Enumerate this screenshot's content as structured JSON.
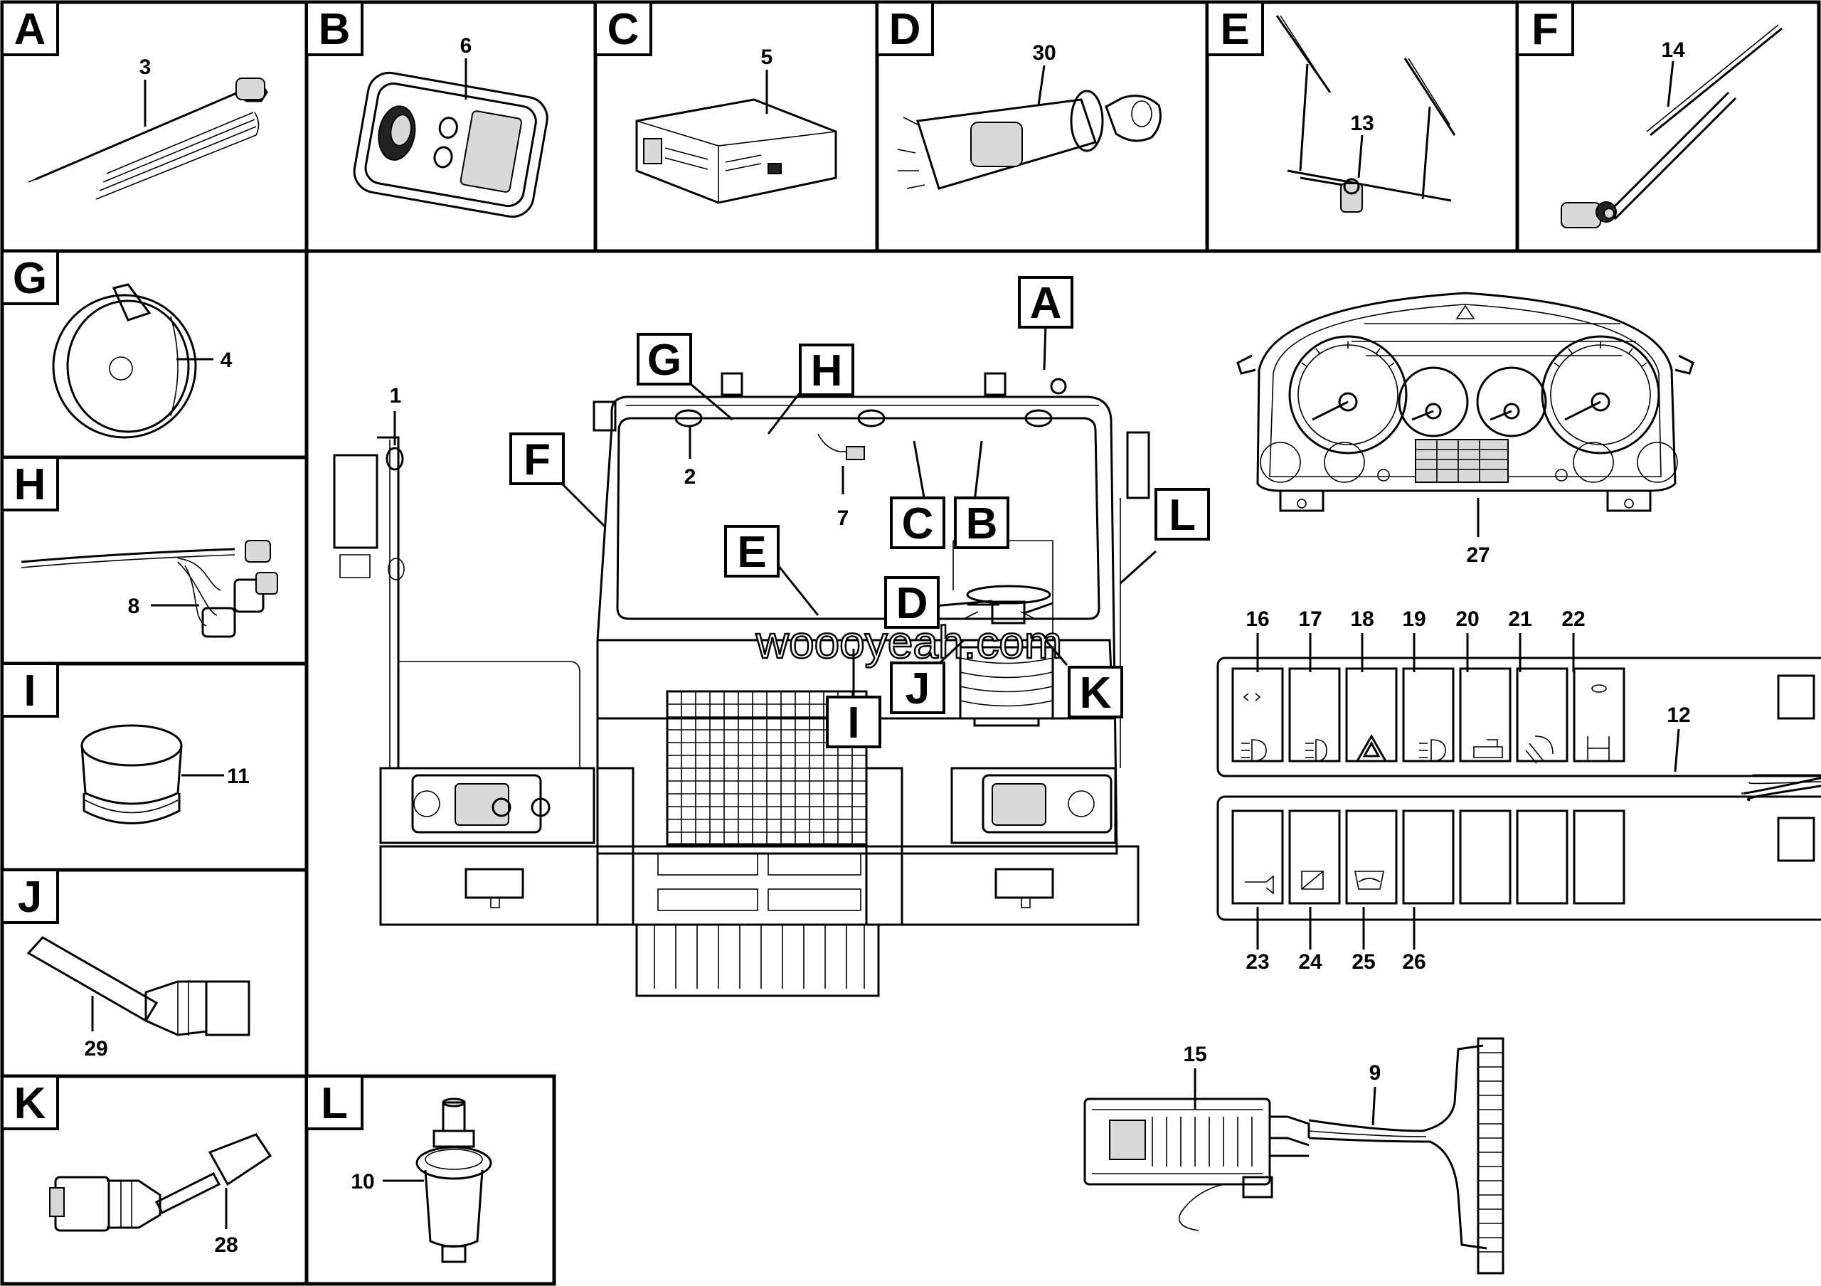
{
  "watermark": "woooyeah.com",
  "panels": [
    {
      "letter": "A",
      "part": "3"
    },
    {
      "letter": "B",
      "part": "6"
    },
    {
      "letter": "C",
      "part": "5"
    },
    {
      "letter": "D",
      "part": "30"
    },
    {
      "letter": "E",
      "part": "13"
    },
    {
      "letter": "F",
      "part": "14"
    },
    {
      "letter": "G",
      "part": "4"
    },
    {
      "letter": "H",
      "part": "8"
    },
    {
      "letter": "I",
      "part": "11"
    },
    {
      "letter": "J",
      "part": "29"
    },
    {
      "letter": "K",
      "part": "28"
    },
    {
      "letter": "L",
      "part": "10"
    }
  ],
  "cab_callouts": [
    "A",
    "F",
    "G",
    "H",
    "C",
    "B",
    "E",
    "D",
    "J",
    "K",
    "I",
    "L"
  ],
  "cab_part_numbers": [
    "1",
    "2",
    "7"
  ],
  "instrument_cluster": {
    "part": "27"
  },
  "switch_panel": {
    "top_row": [
      "16",
      "17",
      "18",
      "19",
      "20",
      "21",
      "22"
    ],
    "bottom_row": [
      "23",
      "24",
      "25",
      "26"
    ],
    "harness": "12"
  },
  "central_electrical": {
    "fuse_box": "15",
    "harness": "9"
  }
}
